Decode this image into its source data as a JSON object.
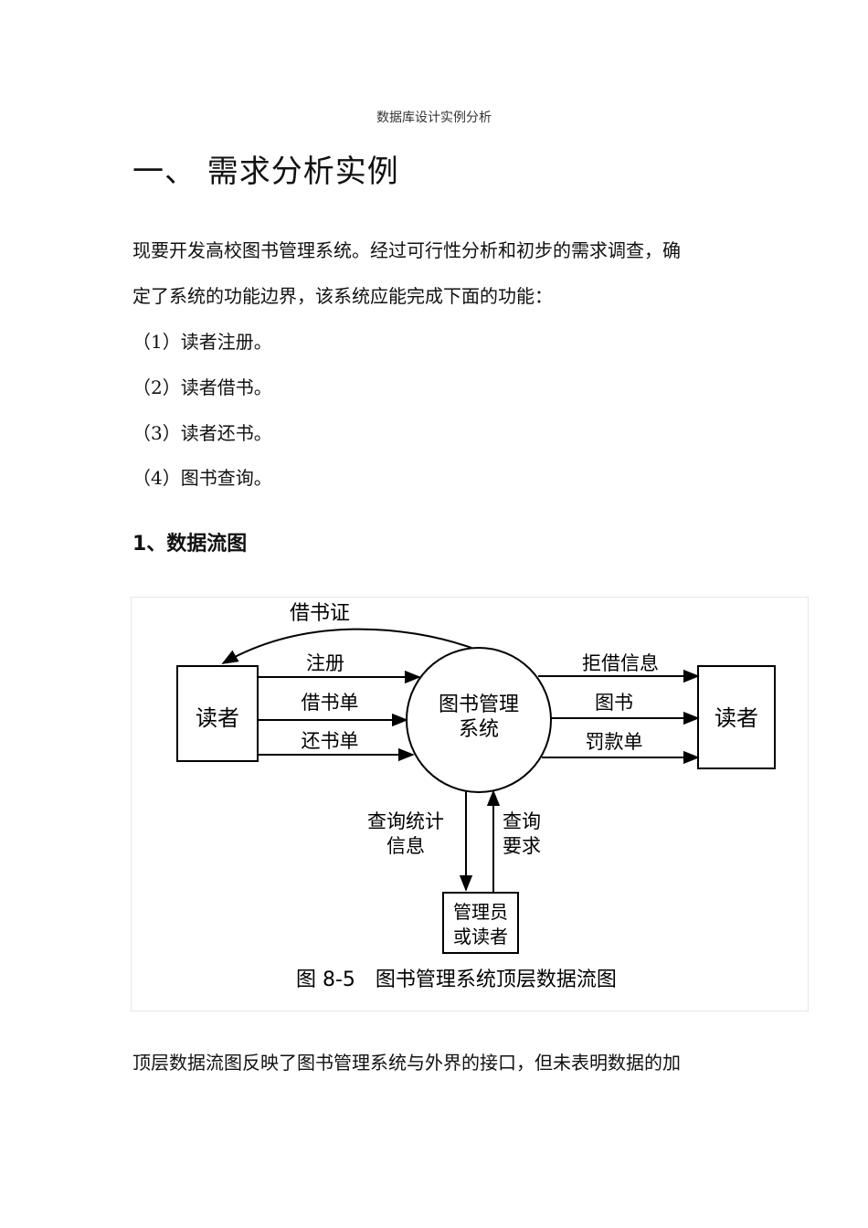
{
  "header": {
    "running_title": "数据库设计实例分析"
  },
  "section": {
    "title": "一、 需求分析实例"
  },
  "intro": {
    "line1": "现要开发高校图书管理系统。经过可行性分析和初步的需求调查，确",
    "line2": "定了系统的功能边界，该系统应能完成下面的功能："
  },
  "functions": [
    "（1）读者注册。",
    "（2）读者借书。",
    "（3）读者还书。",
    "（4）图书查询。"
  ],
  "subsection": {
    "title": "1、数据流图"
  },
  "diagram": {
    "left_entity": "读者",
    "right_entity": "读者",
    "process_line1": "图书管理",
    "process_line2": "系统",
    "bottom_entity_line1": "管理员",
    "bottom_entity_line2": "或读者",
    "flow_card": "借书证",
    "flow_register": "注册",
    "flow_borrow": "借书单",
    "flow_return": "还书单",
    "flow_refuse": "拒借信息",
    "flow_book": "图书",
    "flow_fine": "罚款单",
    "flow_stats_line1": "查询统计",
    "flow_stats_line2": "信息",
    "flow_query_line1": "查询",
    "flow_query_line2": "要求",
    "caption": "图 8-5　图书管理系统顶层数据流图"
  },
  "after_figure": {
    "line1": "顶层数据流图反映了图书管理系统与外界的接口，但未表明数据的加"
  }
}
